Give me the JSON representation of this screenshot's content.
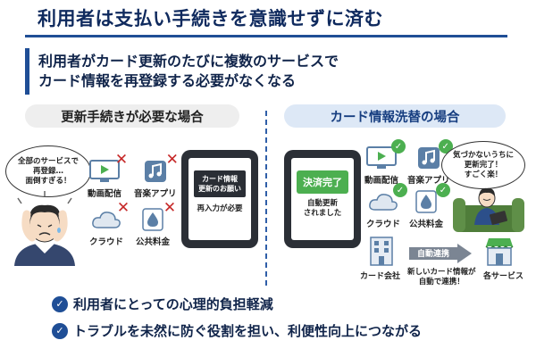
{
  "title": "利用者は支払い手続きを意識せずに済む",
  "lead": {
    "line1": "利用者がカード更新のたびに複数のサービスで",
    "line2": "カード情報を再登録する必要がなくなる"
  },
  "left": {
    "heading": "更新手続きが必要な場合",
    "bubble": [
      "全部のサービスで",
      "再登録…",
      "面倒すぎる！"
    ],
    "services": [
      {
        "label": "動画配信",
        "icon": "video-icon",
        "status": "ng"
      },
      {
        "label": "音楽アプリ",
        "icon": "music-icon",
        "status": "ng"
      },
      {
        "label": "クラウド",
        "icon": "cloud-icon",
        "status": "ng"
      },
      {
        "label": "公共料金",
        "icon": "water-drop-icon",
        "status": "ng"
      }
    ],
    "tablet": {
      "line1": "カード情報",
      "line2": "更新のお願い",
      "sub": "再入力が必要"
    }
  },
  "right": {
    "heading": "カード情報洗替の場合",
    "bubble": [
      "気づかないうちに",
      "更新完了！",
      "すごく楽！"
    ],
    "tablet": {
      "button": "決済完了",
      "line1": "自動更新",
      "line2": "されました"
    },
    "services": [
      {
        "label": "動画配信",
        "icon": "video-icon",
        "status": "ok"
      },
      {
        "label": "音楽アプリ",
        "icon": "music-icon",
        "status": "ok"
      },
      {
        "label": "クラウド",
        "icon": "cloud-icon",
        "status": "ok"
      },
      {
        "label": "公共料金",
        "icon": "water-drop-icon",
        "status": "ok"
      }
    ],
    "flow": {
      "from": "カード会社",
      "arrow": "自動連携",
      "to": "各サービス",
      "note1": "新しいカード情報が",
      "note2": "自動で連携！"
    }
  },
  "benefits": [
    "利用者にとっての心理的負担軽減",
    "トラブルを未然に防ぐ役割を担い、利便性向上につながる"
  ],
  "colors": {
    "navy": "#1f4e96",
    "ng": "#c62828",
    "ok": "#4caf50",
    "icon": "#5b7fa6"
  }
}
